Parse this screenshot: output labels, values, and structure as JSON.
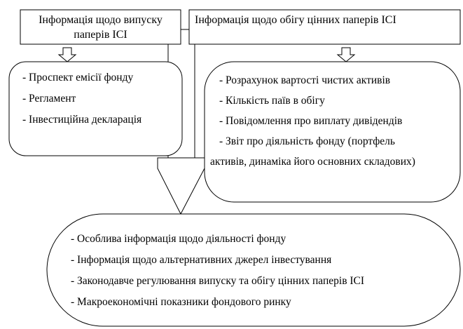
{
  "left_header": {
    "line1": "Інформація щодо випуску",
    "line2": "паперів ІСІ"
  },
  "right_header": {
    "text": "Інформація щодо обігу цінних паперів ІСІ"
  },
  "left_box": {
    "items": [
      "- Проспект емісії фонду",
      "- Регламент",
      "- Інвестиційна декларація"
    ]
  },
  "right_box": {
    "items": [
      "- Розрахунок вартості чистих активів",
      "- Кількість паїв в обігу",
      "- Повідомлення про виплату дивідендів",
      "- Звіт про діяльність фонду (портфель",
      "активів, динаміка його основних складових)"
    ]
  },
  "bottom_box": {
    "items": [
      "- Особлива інформація щодо діяльності фонду",
      "- Інформація щодо альтернативних джерел інвестування",
      "- Законодавче регулювання випуску та обігу цінних паперів ІСІ",
      "- Макроекономічні показники фондового ринку"
    ]
  }
}
